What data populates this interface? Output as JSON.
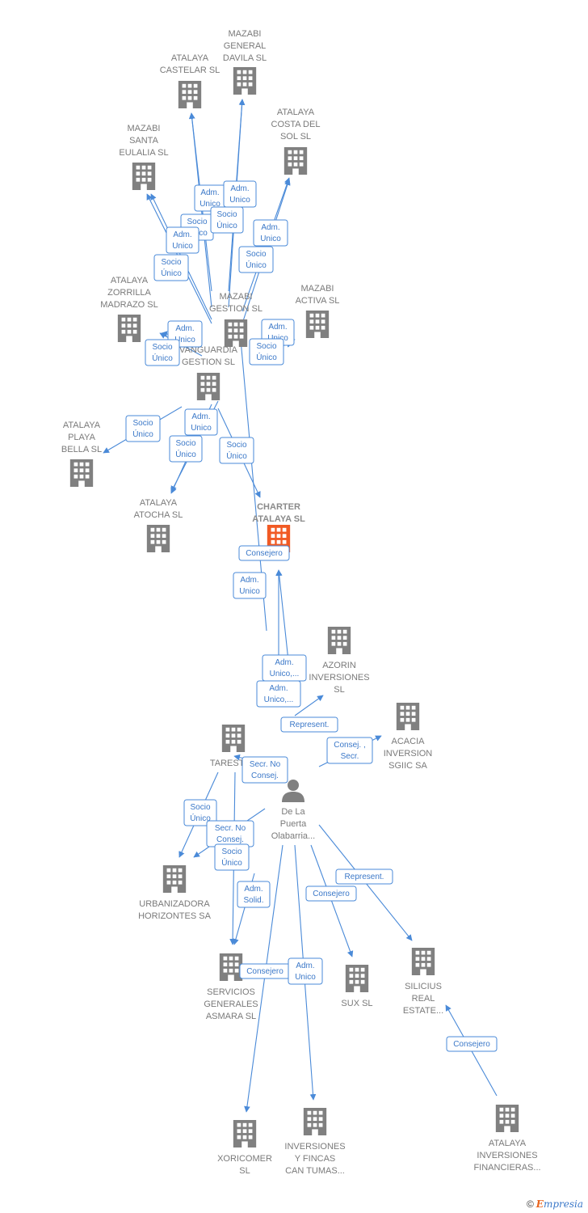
{
  "colors": {
    "edge": "#4a8ad8",
    "company_icon": "#808080",
    "focus_icon": "#f15a24",
    "person_icon": "#808080",
    "label_text": "#7a7a7a",
    "edge_label_text": "#3b78c8"
  },
  "nodes": [
    {
      "id": "mazabi_general_davila",
      "kind": "company",
      "icon": "building-icon",
      "lines": [
        "MAZABI",
        "GENERAL",
        "DAVILA  SL"
      ]
    },
    {
      "id": "atalaya_castelar",
      "kind": "company",
      "icon": "building-icon",
      "lines": [
        "ATALAYA",
        "CASTELAR  SL"
      ]
    },
    {
      "id": "atalaya_costa_del_sol",
      "kind": "company",
      "icon": "building-icon",
      "lines": [
        "ATALAYA",
        "COSTA DEL",
        "SOL  SL"
      ]
    },
    {
      "id": "mazabi_santa_eulalia",
      "kind": "company",
      "icon": "building-icon",
      "lines": [
        "MAZABI",
        "SANTA",
        "EULALIA  SL"
      ]
    },
    {
      "id": "atalaya_zorrilla_madrazo",
      "kind": "company",
      "icon": "building-icon",
      "lines": [
        "ATALAYA",
        "ZORRILLA",
        "MADRAZO  SL"
      ]
    },
    {
      "id": "mazabi_gestion",
      "kind": "company",
      "icon": "building-icon",
      "lines": [
        "MAZABI",
        "GESTION SL"
      ]
    },
    {
      "id": "mazabi_activa",
      "kind": "company",
      "icon": "building-icon",
      "lines": [
        "MAZABI",
        "ACTIVA  SL"
      ]
    },
    {
      "id": "vanguardia_gestion",
      "kind": "company",
      "icon": "building-icon",
      "lines": [
        "VANGUARDIA",
        "GESTION SL"
      ]
    },
    {
      "id": "atalaya_playa_bella",
      "kind": "company",
      "icon": "building-icon",
      "lines": [
        "ATALAYA",
        "PLAYA",
        "BELLA  SL"
      ]
    },
    {
      "id": "atalaya_atocha",
      "kind": "company",
      "icon": "building-icon",
      "lines": [
        "ATALAYA",
        "ATOCHA  SL"
      ]
    },
    {
      "id": "charter_atalaya",
      "kind": "focus",
      "icon": "building-icon",
      "lines": [
        "CHARTER",
        "ATALAYA  SL"
      ]
    },
    {
      "id": "azorin_inversiones",
      "kind": "company",
      "icon": "building-icon",
      "lines": [
        "AZORIN",
        "INVERSIONES",
        "SL"
      ]
    },
    {
      "id": "acacia_inversion",
      "kind": "company",
      "icon": "building-icon",
      "lines": [
        "ACACIA",
        "INVERSION",
        "SGIIC SA"
      ]
    },
    {
      "id": "taresta",
      "kind": "company",
      "icon": "building-icon",
      "lines": [
        "TARESTA..."
      ]
    },
    {
      "id": "de_la_puerta",
      "kind": "person",
      "icon": "person-icon",
      "lines": [
        "De La",
        "Puerta",
        "Olabarria..."
      ]
    },
    {
      "id": "urbanizadora_horizontes",
      "kind": "company",
      "icon": "building-icon",
      "lines": [
        "URBANIZADORA",
        "HORIZONTES SA"
      ]
    },
    {
      "id": "servicios_generales_asmara",
      "kind": "company",
      "icon": "building-icon",
      "lines": [
        "SERVICIOS",
        "GENERALES",
        "ASMARA SL"
      ]
    },
    {
      "id": "sux",
      "kind": "company",
      "icon": "building-icon",
      "lines": [
        "SUX SL"
      ]
    },
    {
      "id": "silicius_real_estate",
      "kind": "company",
      "icon": "building-icon",
      "lines": [
        "SILICIUS",
        "REAL",
        "ESTATE..."
      ]
    },
    {
      "id": "xoricomer",
      "kind": "company",
      "icon": "building-icon",
      "lines": [
        "XORICOMER",
        "SL"
      ]
    },
    {
      "id": "inversiones_y_fincas",
      "kind": "company",
      "icon": "building-icon",
      "lines": [
        "INVERSIONES",
        "Y FINCAS",
        "CAN TUMAS..."
      ]
    },
    {
      "id": "atalaya_inversiones_financieras",
      "kind": "company",
      "icon": "building-icon",
      "lines": [
        "ATALAYA",
        "INVERSIONES",
        "FINANCIERAS..."
      ]
    }
  ],
  "edge_labels": [
    [
      "Adm.",
      "Unico"
    ],
    [
      "Adm.",
      "Unico"
    ],
    [
      "Socio",
      "Único"
    ],
    [
      "Socio",
      "Único"
    ],
    [
      "Adm.",
      "Unico"
    ],
    [
      "Adm.",
      "Unico"
    ],
    [
      "Socio",
      "Único"
    ],
    [
      "Socio",
      "Único"
    ],
    [
      "Adm.",
      "Unico"
    ],
    [
      "Adm.",
      "Unico"
    ],
    [
      "Socio",
      "Único"
    ],
    [
      "Socio",
      "Único"
    ],
    [
      "Socio",
      "Único"
    ],
    [
      "Adm.",
      "Unico"
    ],
    [
      "Socio",
      "Único"
    ],
    [
      "Socio",
      "Único"
    ],
    [
      "Consejero"
    ],
    [
      "Adm.",
      "Unico"
    ],
    [
      "Adm.",
      "Unico,..."
    ],
    [
      "Adm.",
      "Unico,..."
    ],
    [
      "Represent."
    ],
    [
      "Consej. ,",
      "Secr."
    ],
    [
      "Secr.  No",
      "Consej."
    ],
    [
      "Socio",
      "Único"
    ],
    [
      "Secr.  No",
      "Consej."
    ],
    [
      "Socio",
      "Único"
    ],
    [
      "Adm.",
      "Solid."
    ],
    [
      "Represent."
    ],
    [
      "Consejero"
    ],
    [
      "Consejero"
    ],
    [
      "Adm.",
      "Unico"
    ],
    [
      "Consejero"
    ]
  ],
  "credit": {
    "copyright": "©",
    "brand_first": "E",
    "brand_rest": "mpresia"
  }
}
